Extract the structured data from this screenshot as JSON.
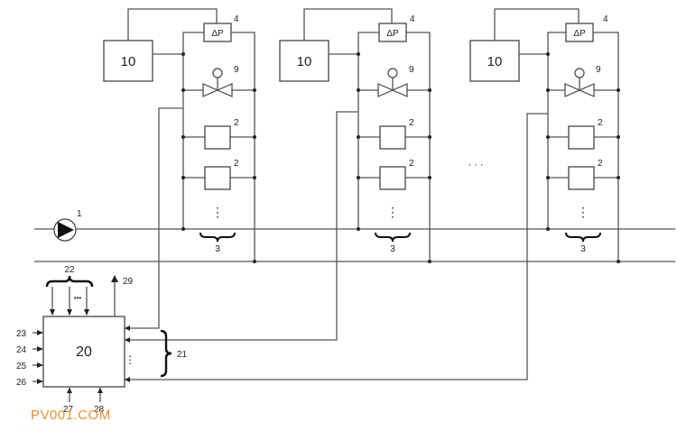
{
  "diagram": {
    "pump_label": "1",
    "units": [
      {
        "controller_label": "10",
        "dp_sensor_label": "ΔP",
        "dp_sensor_ref": "4",
        "valve_ref": "9",
        "consumer_refs": [
          "2",
          "2"
        ],
        "group_ref": "3",
        "ellipsis": "⋮"
      },
      {
        "controller_label": "10",
        "dp_sensor_label": "ΔP",
        "dp_sensor_ref": "4",
        "valve_ref": "9",
        "consumer_refs": [
          "2",
          "2"
        ],
        "group_ref": "3",
        "ellipsis": "⋮"
      },
      {
        "controller_label": "10",
        "dp_sensor_label": "ΔP",
        "dp_sensor_ref": "4",
        "valve_ref": "9",
        "consumer_refs": [
          "2",
          "2"
        ],
        "group_ref": "3",
        "ellipsis": "⋮"
      }
    ],
    "between_units_ellipsis": "· · ·",
    "central_controller": {
      "label": "20",
      "top_inputs_ref": "22",
      "top_inputs_ellipsis": "•••",
      "left_inputs": [
        "23",
        "24",
        "25",
        "26"
      ],
      "bottom_inputs": [
        "27",
        "28"
      ],
      "output_ref": "29",
      "right_inputs_ref": "21",
      "right_ellipsis": "⋮"
    },
    "watermark": "PV001.COM"
  }
}
